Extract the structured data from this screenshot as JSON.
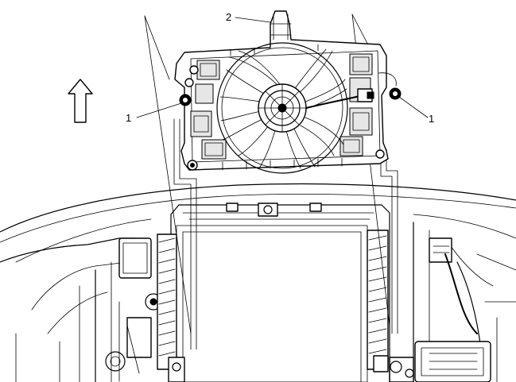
{
  "callouts": {
    "fastener_left": "1",
    "fastener_right": "1",
    "fan_shroud_assembly": "2"
  },
  "icons": {
    "direction_arrow": "up-arrow-icon"
  },
  "colors": {
    "line": "#000000",
    "background": "#ffffff"
  }
}
